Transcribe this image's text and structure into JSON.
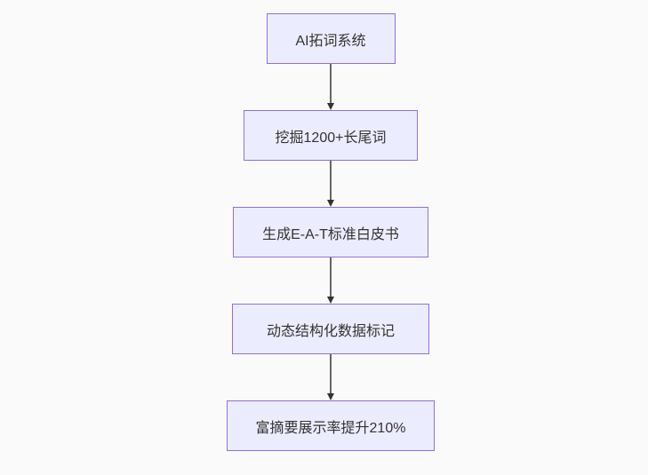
{
  "diagram": {
    "type": "flowchart",
    "direction": "top-down",
    "nodes": [
      {
        "id": "node-1",
        "label": "AI拓词系统"
      },
      {
        "id": "node-2",
        "label": "挖掘1200+长尾词"
      },
      {
        "id": "node-3",
        "label": "生成E-A-T标准白皮书"
      },
      {
        "id": "node-4",
        "label": "动态结构化数据标记"
      },
      {
        "id": "node-5",
        "label": "富摘要展示率提升210%"
      }
    ],
    "edges": [
      {
        "from": "AI拓词系统",
        "to": "挖掘1200+长尾词",
        "style": "arrow-down"
      },
      {
        "from": "挖掘1200+长尾词",
        "to": "生成E-A-T标准白皮书",
        "style": "arrow-down"
      },
      {
        "from": "生成E-A-T标准白皮书",
        "to": "动态结构化数据标记",
        "style": "arrow-down"
      },
      {
        "from": "动态结构化数据标记",
        "to": "富摘要展示率提升210%",
        "style": "arrow-down"
      }
    ],
    "colors": {
      "node_fill": "#ECECFF",
      "node_border": "#9370DB",
      "node_text": "#333333",
      "edge_line": "#666666",
      "arrowhead": "#333333",
      "background": "#FAFAFA"
    }
  }
}
